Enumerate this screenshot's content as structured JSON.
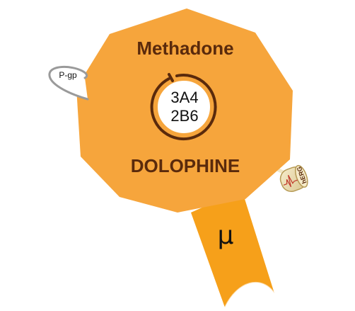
{
  "drug": {
    "generic_name": "Methadone",
    "brand_name": "DOLOPHINE"
  },
  "metabolism": {
    "enzymes": [
      "3A4",
      "2B6"
    ]
  },
  "transporter": {
    "label": "P-gp"
  },
  "receptor": {
    "label": "μ"
  },
  "channel": {
    "label": "hERG"
  },
  "colors": {
    "body": "#f6a53c",
    "receptor": "#f6a01a",
    "text": "#5a2a0c",
    "ring": "#5a2a0c",
    "herg_cap": "#efe2b8"
  }
}
